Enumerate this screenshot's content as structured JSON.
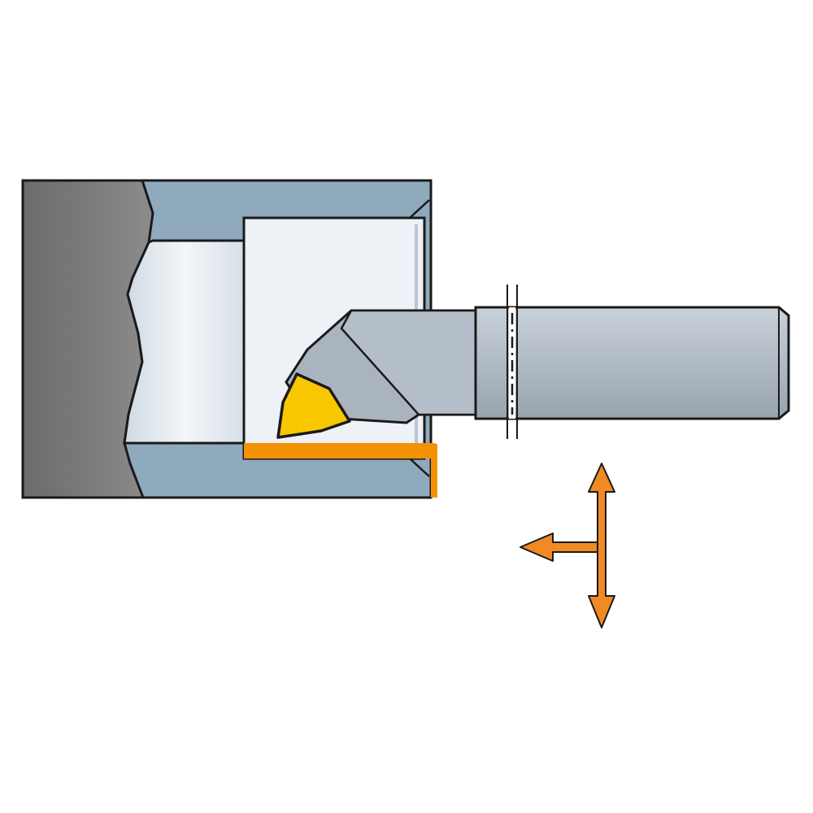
{
  "diagram": {
    "kind": "internal boring / turning tool illustration",
    "text_labels": [],
    "colors": {
      "background": "#ffffff",
      "workpiece_section": "#8fa9bd",
      "workpiece_section_light": "#a6bccd",
      "chuck_gray": "#7d7d7d",
      "bore_surface": "#dfe6ee",
      "bore_surface_light": "#f3f6f9",
      "tool_body": "#a9b4bf",
      "tool_shank": "#b3bdc7",
      "insert_yellow": "#f7c800",
      "machined_surface_orange": "#f39200",
      "feed_arrow_orange": "#f08a24",
      "outline": "#1a1a1a"
    },
    "feed_directions": [
      "axial",
      "radial-up",
      "radial-down"
    ]
  }
}
